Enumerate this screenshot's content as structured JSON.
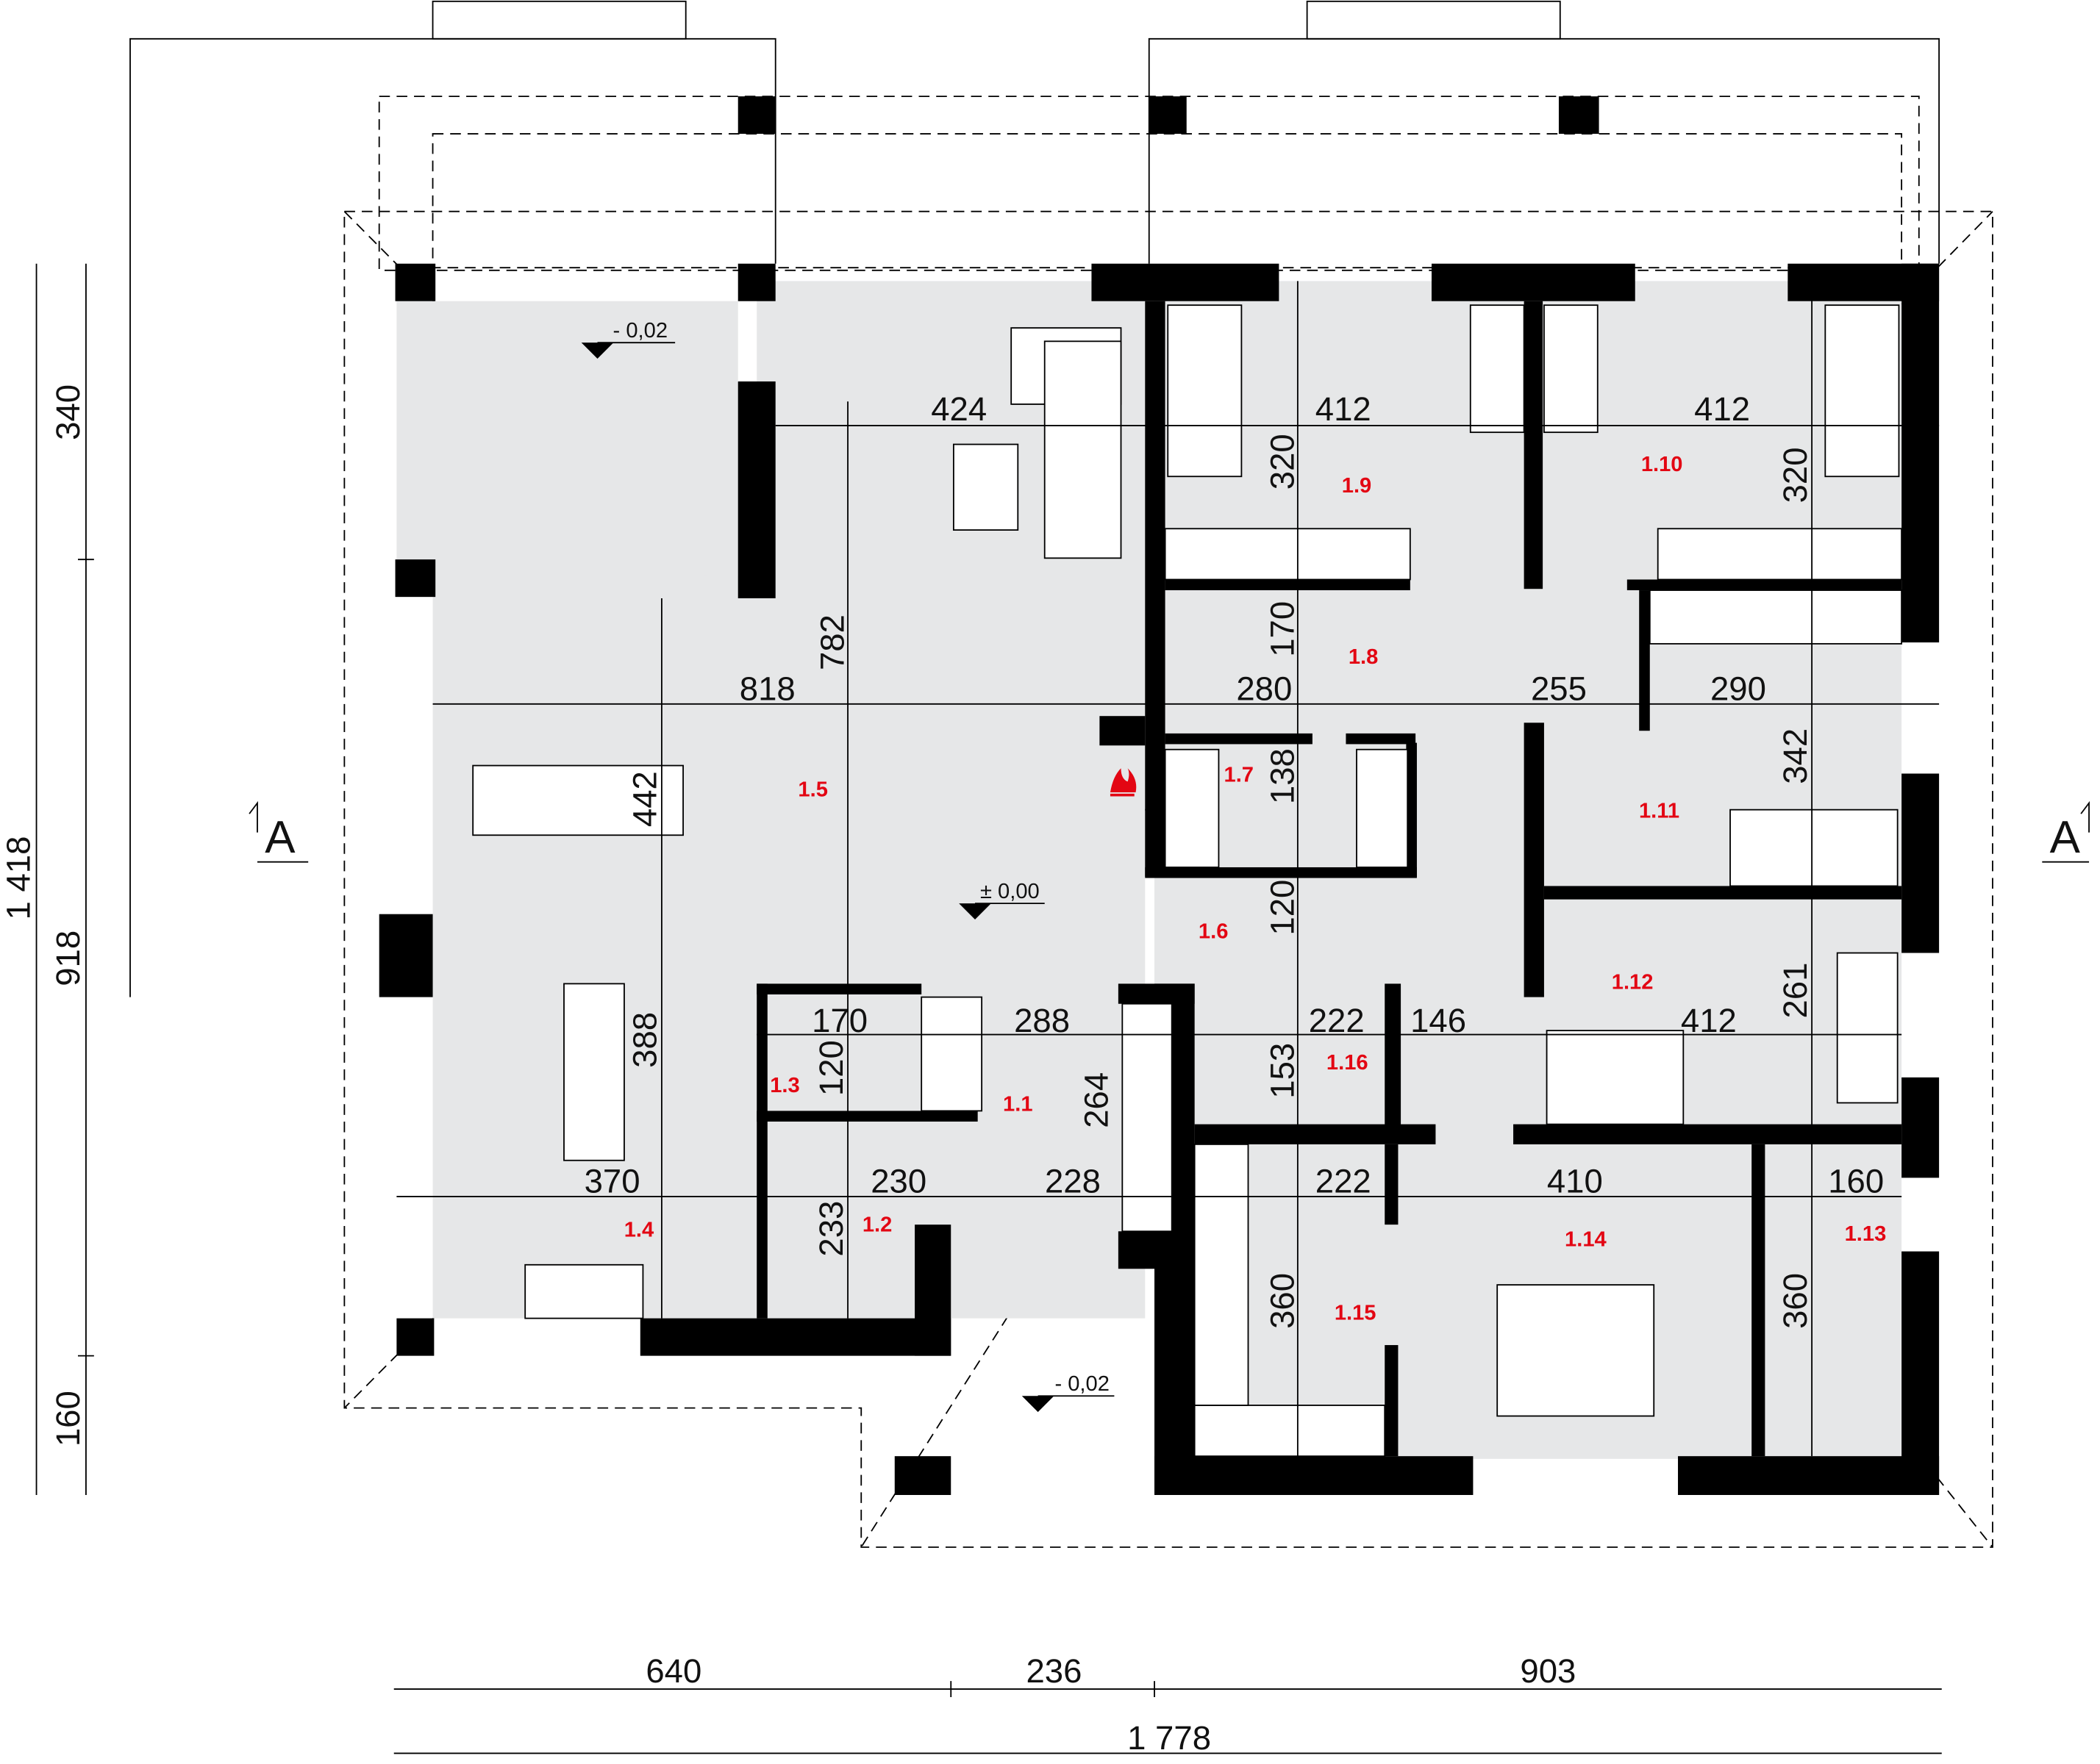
{
  "title": "Ground floor plan",
  "colors": {
    "wall": "#000000",
    "floor": "#e6e7e8",
    "room_label": "#e30613"
  },
  "overall_dims": {
    "left_total": "1 418",
    "left_parts": [
      "340",
      "918",
      "160"
    ],
    "bottom_parts": [
      "640",
      "236",
      "903"
    ],
    "bottom_total": "1 778"
  },
  "section_marks": [
    "A",
    "A"
  ],
  "levels": [
    "- 0,02",
    "± 0,00",
    "- 0,02"
  ],
  "dims_h": [
    "424",
    "412",
    "412",
    "818",
    "280",
    "255",
    "290",
    "288",
    "170",
    "222",
    "146",
    "412",
    "370",
    "230",
    "228",
    "222",
    "410",
    "160"
  ],
  "dims_v": [
    "320",
    "320",
    "782",
    "170",
    "442",
    "138",
    "342",
    "120",
    "261",
    "388",
    "120",
    "153",
    "264",
    "233",
    "360",
    "360"
  ],
  "rooms": [
    "1.1",
    "1.2",
    "1.3",
    "1.4",
    "1.5",
    "1.6",
    "1.7",
    "1.8",
    "1.9",
    "1.10",
    "1.11",
    "1.12",
    "1.13",
    "1.14",
    "1.15",
    "1.16"
  ],
  "icons": [
    "fire-extinguisher-icon",
    "level-marker-icon",
    "section-arrow-icon"
  ]
}
